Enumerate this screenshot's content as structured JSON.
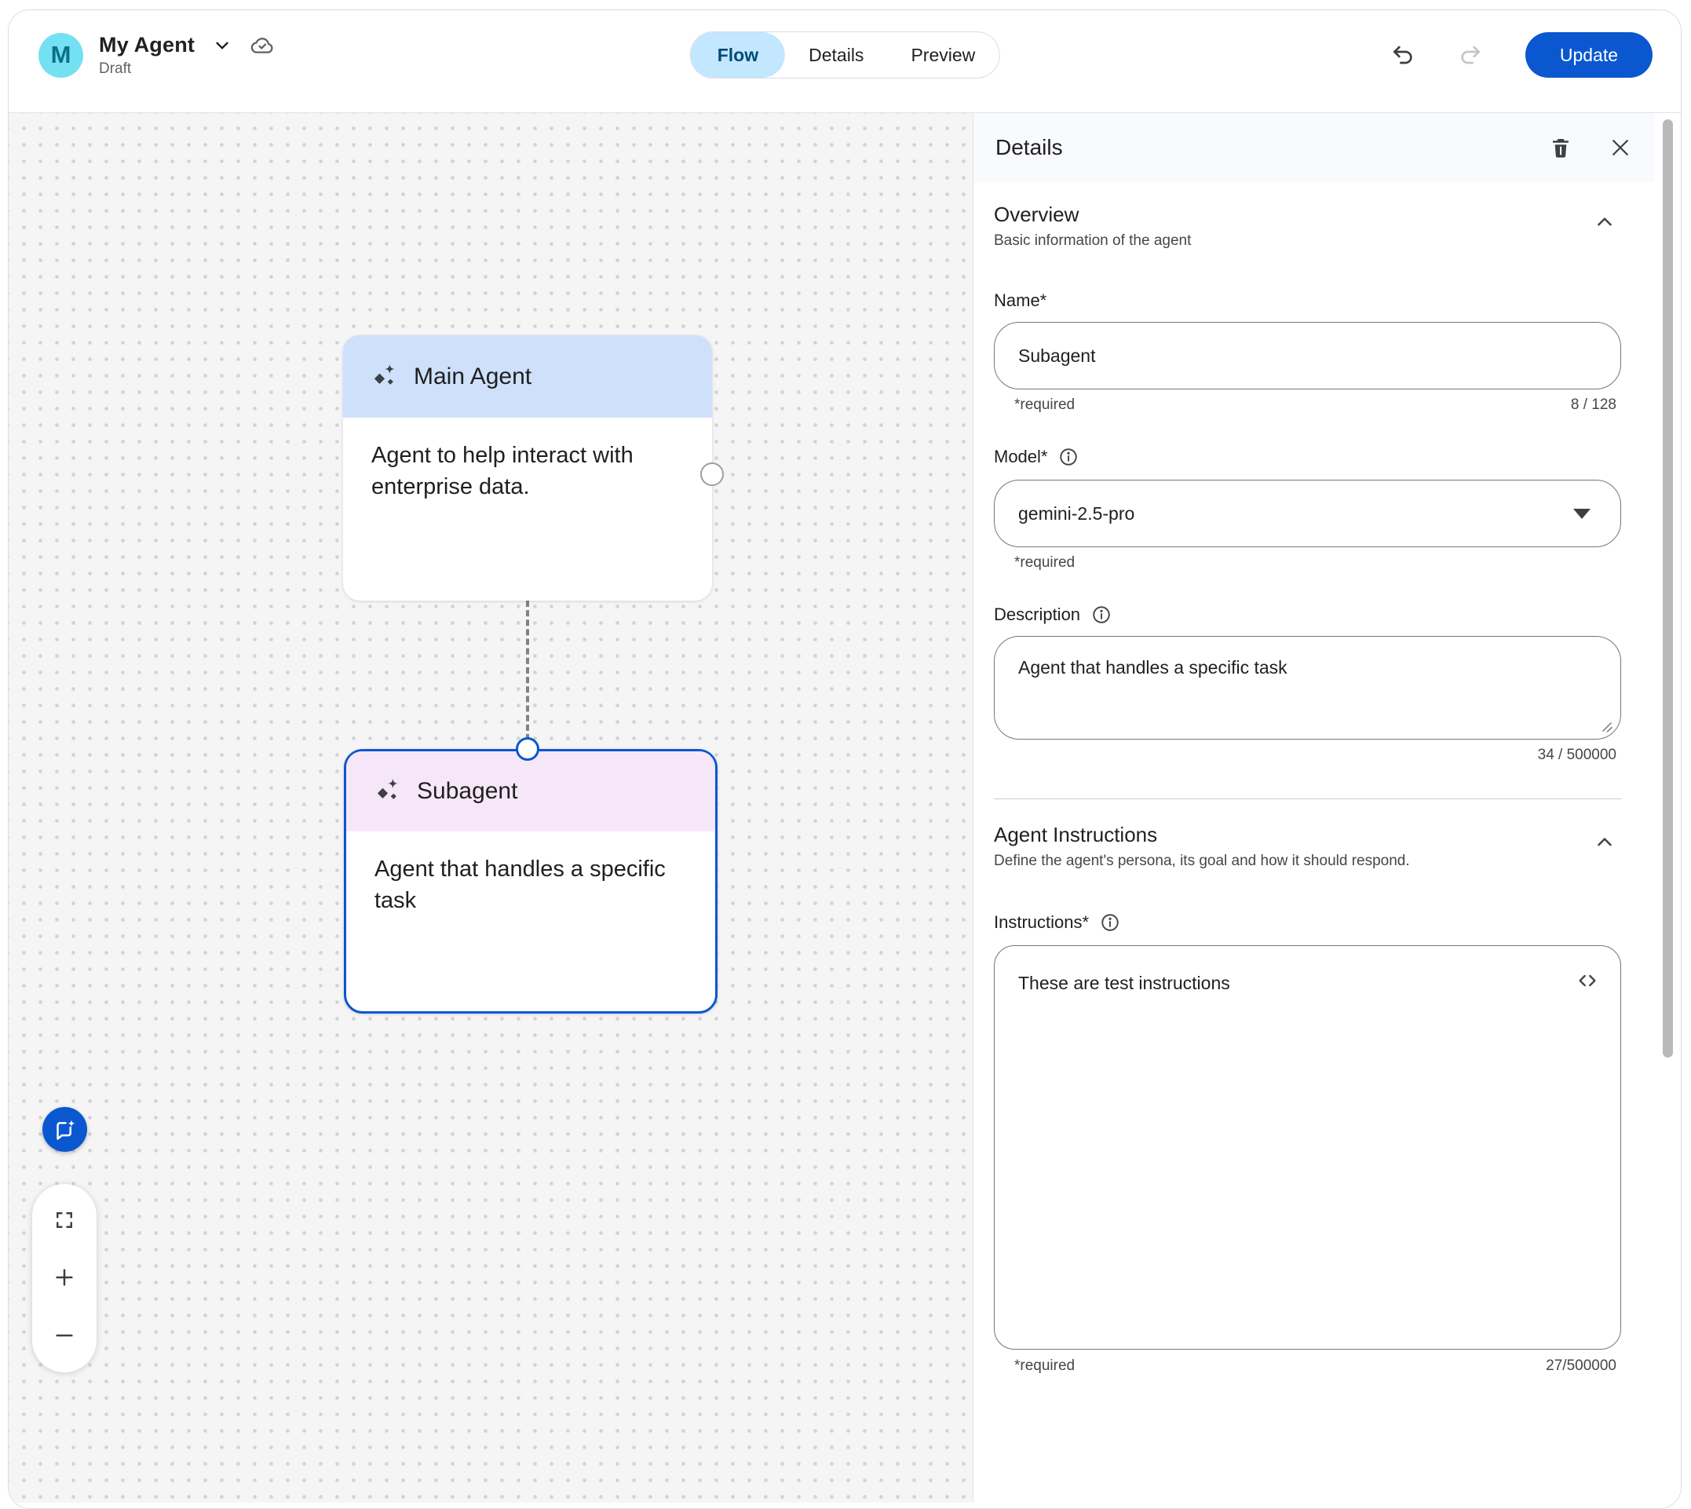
{
  "header": {
    "avatar_letter": "M",
    "title": "My Agent",
    "status": "Draft",
    "tabs": [
      {
        "label": "Flow",
        "active": true
      },
      {
        "label": "Details",
        "active": false
      },
      {
        "label": "Preview",
        "active": false
      }
    ],
    "update_label": "Update"
  },
  "canvas": {
    "nodes": [
      {
        "title": "Main Agent",
        "description": "Agent to help interact with enterprise data."
      },
      {
        "title": "Subagent",
        "description": "Agent that handles a specific task"
      }
    ]
  },
  "panel": {
    "title": "Details",
    "overview": {
      "heading": "Overview",
      "subtitle": "Basic information of the agent",
      "name_label": "Name*",
      "name_value": "Subagent",
      "name_required": "*required",
      "name_counter": "8 / 128",
      "model_label": "Model*",
      "model_value": "gemini-2.5-pro",
      "model_required": "*required",
      "description_label": "Description",
      "description_value": "Agent that handles a specific task",
      "description_counter": "34 / 500000"
    },
    "instructions": {
      "heading": "Agent Instructions",
      "subtitle": "Define the agent's persona, its goal and how it should respond.",
      "label": "Instructions*",
      "value": "These are test instructions",
      "required": "*required",
      "counter": "27/500000"
    }
  },
  "colors": {
    "accent_blue": "#0b57d0",
    "tab_active_bg": "#c2e7ff",
    "tab_active_text": "#004a77",
    "node_main_header": "#cfe0fb",
    "node_sub_header": "#f6e7f8",
    "avatar_bg": "#74e1f3",
    "avatar_text": "#0d7186",
    "panel_header_bg": "#f8fafd"
  }
}
